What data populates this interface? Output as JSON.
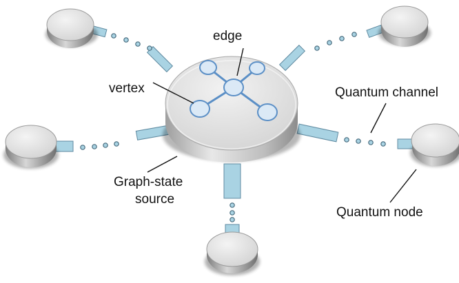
{
  "labels": {
    "edge": "edge",
    "vertex": "vertex",
    "quantum_channel": "Quantum channel",
    "graph_state_source_line1": "Graph-state",
    "graph_state_source_line2": "source",
    "quantum_node": "Quantum node"
  },
  "colors": {
    "channel_fill": "#a9d3e3",
    "channel_stroke": "#5f8aa0",
    "disk_top": "#e6e6e6",
    "disk_side": "#b5b5b5",
    "vertex_fill": "#dbe9f6",
    "vertex_stroke": "#5b8fc6"
  }
}
